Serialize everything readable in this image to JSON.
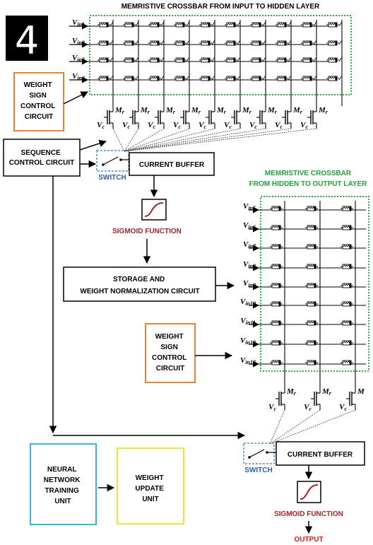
{
  "digit": "4",
  "crossbar1": {
    "title": "MEMRISTIVE CROSSBAR FROM INPUT TO HIDDEN LAYER",
    "inputs": [
      {
        "main": "V",
        "sub": "in1"
      },
      {
        "main": "V",
        "sub": "in2"
      },
      {
        "main": "V",
        "sub": "in3"
      },
      {
        "main": "V",
        "sub": "in4"
      }
    ],
    "transistor_label": {
      "main": "M",
      "sub": "r"
    },
    "vc_label": {
      "main": "V",
      "sub": "c"
    }
  },
  "crossbar2": {
    "title_line1": "MEMRISTIVE CROSSBAR",
    "title_line2": "FROM HIDDEN TO OUTPUT LAYER",
    "inputs": [
      {
        "main": "V",
        "sub": "in5"
      },
      {
        "main": "V",
        "sub": "in6"
      },
      {
        "main": "V",
        "sub": "in7"
      },
      {
        "main": "V",
        "sub": "in8"
      },
      {
        "main": "V",
        "sub": "in9"
      },
      {
        "main": "V",
        "sub": "in10"
      },
      {
        "main": "V",
        "sub": "in11"
      },
      {
        "main": "V",
        "sub": "in12"
      },
      {
        "main": "V",
        "sub": "in13"
      }
    ],
    "transistor_labels": [
      {
        "main": "M",
        "sub": "r"
      },
      {
        "main": "M",
        "sub": "r"
      },
      {
        "main": "M",
        "sub": ""
      }
    ]
  },
  "blocks": {
    "weight_sign_1": [
      "WEIGHT",
      "SIGN",
      "CONTROL",
      "CIRCUIT"
    ],
    "weight_sign_2": [
      "WEIGHT",
      "SIGN",
      "CONTROL",
      "CIRCUIT"
    ],
    "sequence": [
      "SEQUENCE",
      "CONTROL CIRCUIT"
    ],
    "switch_1": "SWITCH",
    "switch_2": "SWITCH",
    "current_buffer_1": "CURRENT BUFFER",
    "current_buffer_2": "CURRENT BUFFER",
    "sigmoid_1": "SIGMOID FUNCTION",
    "sigmoid_2": "SIGMOID FUNCTION",
    "storage": [
      "STORAGE AND",
      "WEIGHT NORMALIZATION CIRCUIT"
    ],
    "training": [
      "NEURAL",
      "NETWORK",
      "TRAINING",
      "UNIT"
    ],
    "update": [
      "WEIGHT",
      "UPDATE",
      "UNIT"
    ],
    "output": "OUTPUT"
  },
  "colors": {
    "crossbar_border": "#2fb34a",
    "crossbar_title": "#22a23c",
    "weight_sign_border": "#e8833a",
    "switch_border": "#3a78c0",
    "switch_text": "#2f5fa6",
    "sigmoid_text": "#a0282a",
    "sigmoid_curve": "#a0282a",
    "training_border": "#3ab4e6",
    "update_border": "#f2e43a",
    "output_text": "#d42020"
  }
}
